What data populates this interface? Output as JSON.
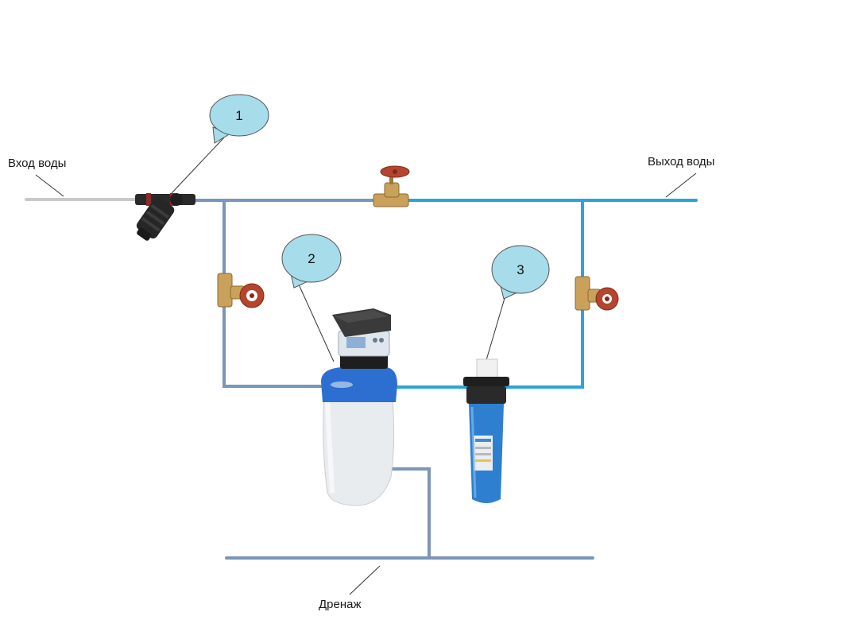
{
  "labels": {
    "water_in": "Вход воды",
    "water_out": "Выход воды",
    "drain": "Дренаж"
  },
  "callouts": [
    "1",
    "2",
    "3"
  ],
  "colors": {
    "pipe_inlet": "#c8c8c8",
    "pipe_raw": "#7a96b8",
    "pipe_treated": "#2ea3d8",
    "pipe_drain": "#7a96b8",
    "callout_fill": "#a7dcea",
    "valve_brass": "#c9a15a",
    "valve_handle": "#b5452e",
    "filter_body": "#2f7fd0",
    "softener_top": "#2d6fd0",
    "softener_body": "#e9ecef"
  },
  "icons": {
    "inlet_filter": "disc-filter-icon",
    "softener": "water-softener-icon",
    "cartridge": "cartridge-filter-icon",
    "valve": "gate-valve-icon"
  }
}
